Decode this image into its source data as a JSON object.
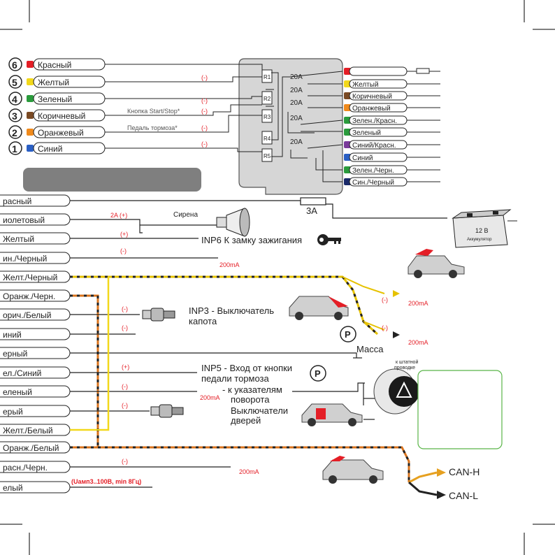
{
  "left_connector": [
    {
      "num": "6",
      "label": "Красный",
      "color": "#e41e26"
    },
    {
      "num": "5",
      "label": "Желтый",
      "color": "#f2d81b"
    },
    {
      "num": "4",
      "label": "Зеленый",
      "color": "#2a9b3c"
    },
    {
      "num": "3",
      "label": "Коричневый",
      "color": "#7a4a24"
    },
    {
      "num": "2",
      "label": "Оранжевый",
      "color": "#f08a1c"
    },
    {
      "num": "1",
      "label": "Синий",
      "color": "#2a5fc4"
    }
  ],
  "relay_labels": [
    "R1",
    "R2",
    "R3",
    "R4",
    "R5"
  ],
  "relay_ratings": [
    "20A",
    "20A",
    "20A",
    "20A",
    "20A"
  ],
  "minus_markers": [
    "(-)",
    "(-)",
    "(-)",
    "(-)",
    "(-)",
    "(-)"
  ],
  "notes": {
    "start_stop": "Кнопка Start/Stop*",
    "brake_pedal": "Педаль тормоза*"
  },
  "right_connector": [
    {
      "label": "",
      "color": "#e41e26"
    },
    {
      "label": "Желтый",
      "color": "#f2d81b"
    },
    {
      "label": "Коричневый",
      "color": "#7a4a24"
    },
    {
      "label": "Оранжевый",
      "color": "#f08a1c"
    },
    {
      "label": "Зелен./Красн.",
      "color": "#2a9b3c"
    },
    {
      "label": "Зеленый",
      "color": "#2a9b3c"
    },
    {
      "label": "Синий/Красн.",
      "color": "#7a3a9a"
    },
    {
      "label": "Синий",
      "color": "#2a5fc4"
    },
    {
      "label": "Зелен./Черн.",
      "color": "#2a9b3c"
    },
    {
      "label": "Син./Черный",
      "color": "#1a2a6a"
    }
  ],
  "main_wires": [
    {
      "label": "расный",
      "note": "",
      "marker": ""
    },
    {
      "label": "иолетовый",
      "note": "Сирена",
      "marker": "2A (+)"
    },
    {
      "label": "Желтый",
      "note": "INP6 К замку зажигания",
      "marker": "(+)"
    },
    {
      "label": "ин./Черный",
      "note": "200mA",
      "marker": "(-)"
    },
    {
      "label": "Желт./Черный",
      "note": "",
      "marker": ""
    },
    {
      "label": "Оранж./Черн.",
      "note": "",
      "marker": ""
    },
    {
      "label": "орич./Белый",
      "note": "INP3 - Выключатель капота",
      "marker": "(-)"
    },
    {
      "label": "иний",
      "note": "",
      "marker": "(-)"
    },
    {
      "label": "ерный",
      "note": "Масса",
      "marker": ""
    },
    {
      "label": "ел./Синий",
      "note": "INP5 - Вход от кнопки педали тормоза",
      "marker": "(+)"
    },
    {
      "label": "еленый",
      "note": "- к указателям поворота",
      "marker": "(-)"
    },
    {
      "label": "ерый",
      "note": "Выключатели дверей",
      "marker": "(-)"
    },
    {
      "label": "Желт./Белый",
      "note": "",
      "marker": ""
    },
    {
      "label": "Оранж./Белый",
      "note": "",
      "marker": ""
    },
    {
      "label": "расн./Черн.",
      "note": "200mA",
      "marker": "(-)"
    },
    {
      "label": "елый",
      "note": "",
      "marker": ""
    }
  ],
  "texts": {
    "fuse": "3A",
    "battery": "12 В",
    "battery_sub": "Аккумулятор",
    "siren": "Сирена",
    "ignition": "INP6 К замку зажигания",
    "hood_line1": "INP3 - Выключатель",
    "hood_line2": "капота",
    "brake_line1": "INP5 - Вход от кнопки",
    "brake_line2": "педали тормоза",
    "turn_line1": "- к указателям",
    "turn_line2": "поворота",
    "door_line1": "Выключатели",
    "door_line2": "дверей",
    "mass": "Масса",
    "to_stock_1": "к штатной",
    "to_stock_2": "проводке",
    "ma_200": "200mA",
    "can_h": "CAN-H",
    "can_l": "CAN-L",
    "siren_marker": "2A (+)",
    "ign_marker": "(+)",
    "brake_marker": "(+)",
    "voltage_note": "(Uамп3..100В, min 8Гц)",
    "minus": "(-)",
    "p_symbol": "P"
  },
  "colors": {
    "accent_red": "#e41e26",
    "relay_box": "#d9d9d9",
    "info_box_border": "#59b548",
    "gray_banner": "#7f7f7f",
    "yellow_black": "#e6c200",
    "orange_black": "#d9731c"
  }
}
